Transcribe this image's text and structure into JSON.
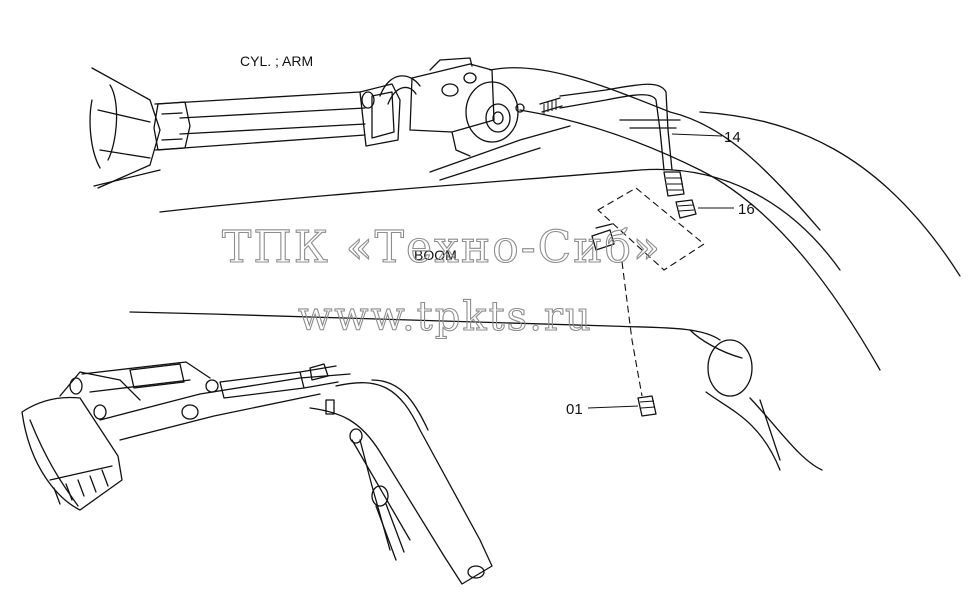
{
  "labels": {
    "arm_cylinder": "CYL. ; ARM",
    "boom": "BOOM"
  },
  "parts": [
    {
      "number": "14"
    },
    {
      "number": "16"
    },
    {
      "number": "01"
    }
  ],
  "watermark": {
    "line1": "ТПК «Техно-Сиб»",
    "line2": "www.tpkts.ru"
  }
}
